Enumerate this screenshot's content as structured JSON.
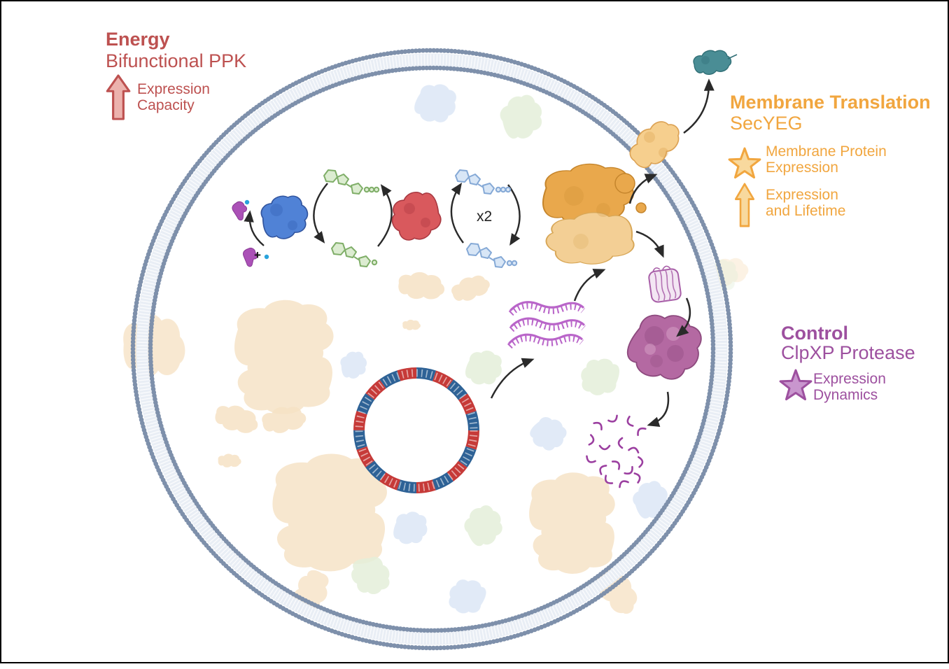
{
  "labels": {
    "energy": {
      "title": "Energy",
      "subtitle": "Bifunctional PPK",
      "benefit_arrow": "Expression\nCapacity"
    },
    "membrane_translation": {
      "title": "Membrane Translation",
      "subtitle": "SecYEG",
      "benefit_star": "Membrane Protein\nExpression",
      "benefit_arrow": "Expression\nand Lifetime"
    },
    "control": {
      "title": "Control",
      "subtitle": "ClpXP Protease",
      "benefit_star": "Expression\nDynamics"
    },
    "cycle": {
      "multiplier": "x2",
      "plus": "+"
    }
  },
  "icons": {
    "energy_benefit": "up-arrow-icon",
    "membrane_benefit_1": "star-icon",
    "membrane_benefit_2": "up-arrow-icon",
    "control_benefit": "star-icon"
  },
  "colors": {
    "energy_red": "#bd5150",
    "translation_orange": "#f1a63f",
    "control_purple": "#9d509f",
    "membrane_bead": "#7e90ab",
    "plasmid_red": "#c63a38",
    "plasmid_blue": "#2e6296",
    "mrna_purple": "#b965c9",
    "ribosome_orange": "#e9a84c",
    "secyeg_tan": "#f6cf8e",
    "exported_protein_teal": "#4a8d95",
    "clpxp_mauve": "#b469a2",
    "synthetase_blue": "#5082d6",
    "kinase_red": "#d9595d",
    "arrow_black": "#2a2a2a",
    "background": "#ffffff"
  }
}
